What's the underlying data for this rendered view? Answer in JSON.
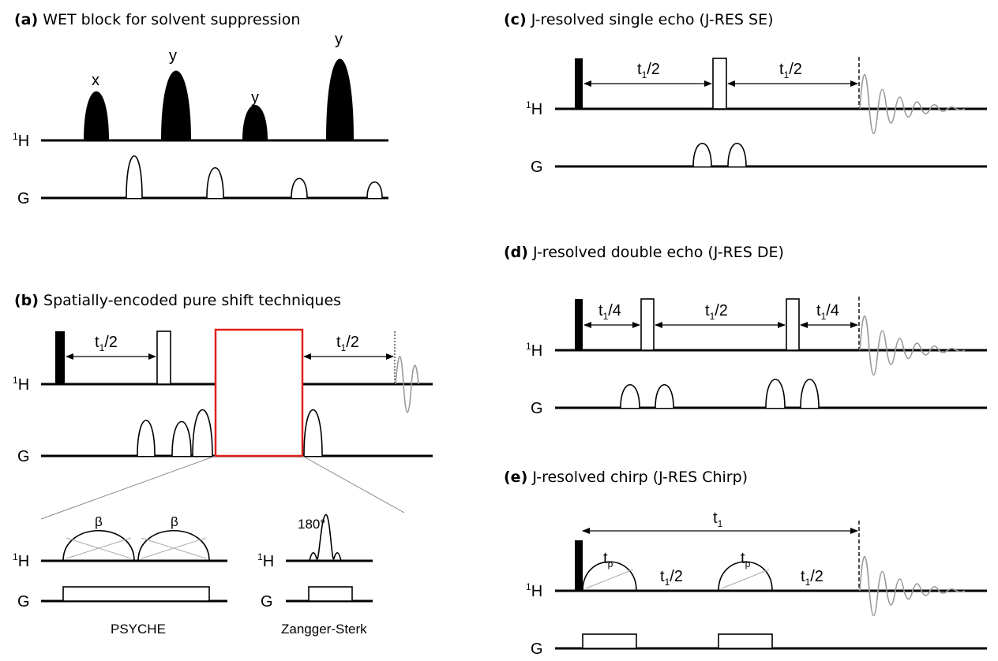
{
  "panels": {
    "a": {
      "letter": "(a)",
      "title": "WET block for solvent suppression",
      "phases": [
        "x",
        "y",
        "y",
        "y"
      ]
    },
    "b": {
      "letter": "(b)",
      "title": "Spatially-encoded pure shift techniques",
      "delay_left": "t",
      "delay_right": "t",
      "delay_sub": "1",
      "delay_frac": "/2",
      "psyche": {
        "beta_left": "β",
        "beta_right": "β",
        "caption": "PSYCHE"
      },
      "zs": {
        "angle": "180°",
        "caption": "Zangger-Sterk"
      }
    },
    "c": {
      "letter": "(c)",
      "title": "J-resolved single echo (J-RES SE)",
      "delay_sub": "1",
      "delay_frac": "/2"
    },
    "d": {
      "letter": "(d)",
      "title": "J-resolved double echo (J-RES DE)",
      "sub": "1",
      "quarter": "/4",
      "half": "/2"
    },
    "e": {
      "letter": "(e)",
      "title": "J-resolved chirp (J-RES Chirp)",
      "t1": "t",
      "t1_sub": "1",
      "tp": "t",
      "tp_sub": "p",
      "half_sub": "1",
      "half": "/2"
    }
  },
  "axis": {
    "proton_sup": "1",
    "proton": "H",
    "gradient": "G"
  },
  "colors": {
    "highlight_box": "#e0201c",
    "fid": "#999999"
  }
}
